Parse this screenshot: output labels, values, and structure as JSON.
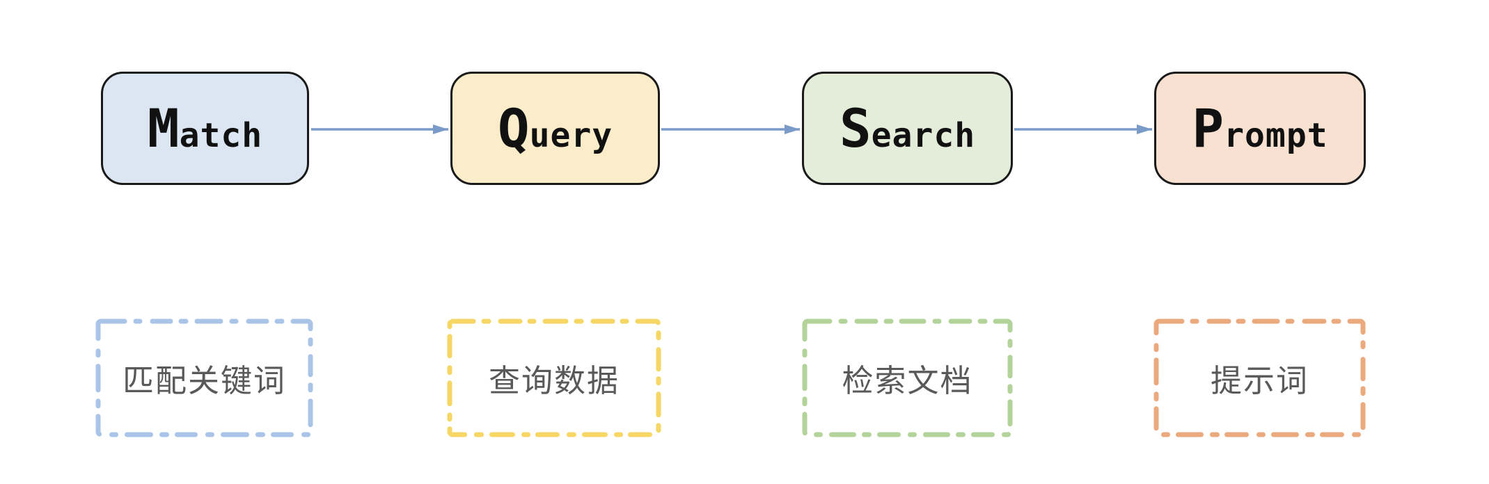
{
  "diagram": {
    "title": "keyword-match to prompt retrieval flow",
    "box_border_color": "#1a1a1a",
    "arrow_color": "#7a9bc8",
    "note_text_color": "#595959",
    "steps": [
      {
        "label": "Match",
        "initial": "M",
        "rest": "atch",
        "fill": "#dce6f2",
        "note": "匹配关键词",
        "note_border_color": "#a9c4e6"
      },
      {
        "label": "Query",
        "initial": "Q",
        "rest": "uery",
        "fill": "#fbecca",
        "note": "查询数据",
        "note_border_color": "#f6d765"
      },
      {
        "label": "Search",
        "initial": "S",
        "rest": "earch",
        "fill": "#e3edd9",
        "note": "检索文档",
        "note_border_color": "#b3d39a"
      },
      {
        "label": "Prompt",
        "initial": "P",
        "rest": "rompt",
        "fill": "#f8e1d1",
        "note": "提示词",
        "note_border_color": "#eaaa7d"
      }
    ]
  }
}
